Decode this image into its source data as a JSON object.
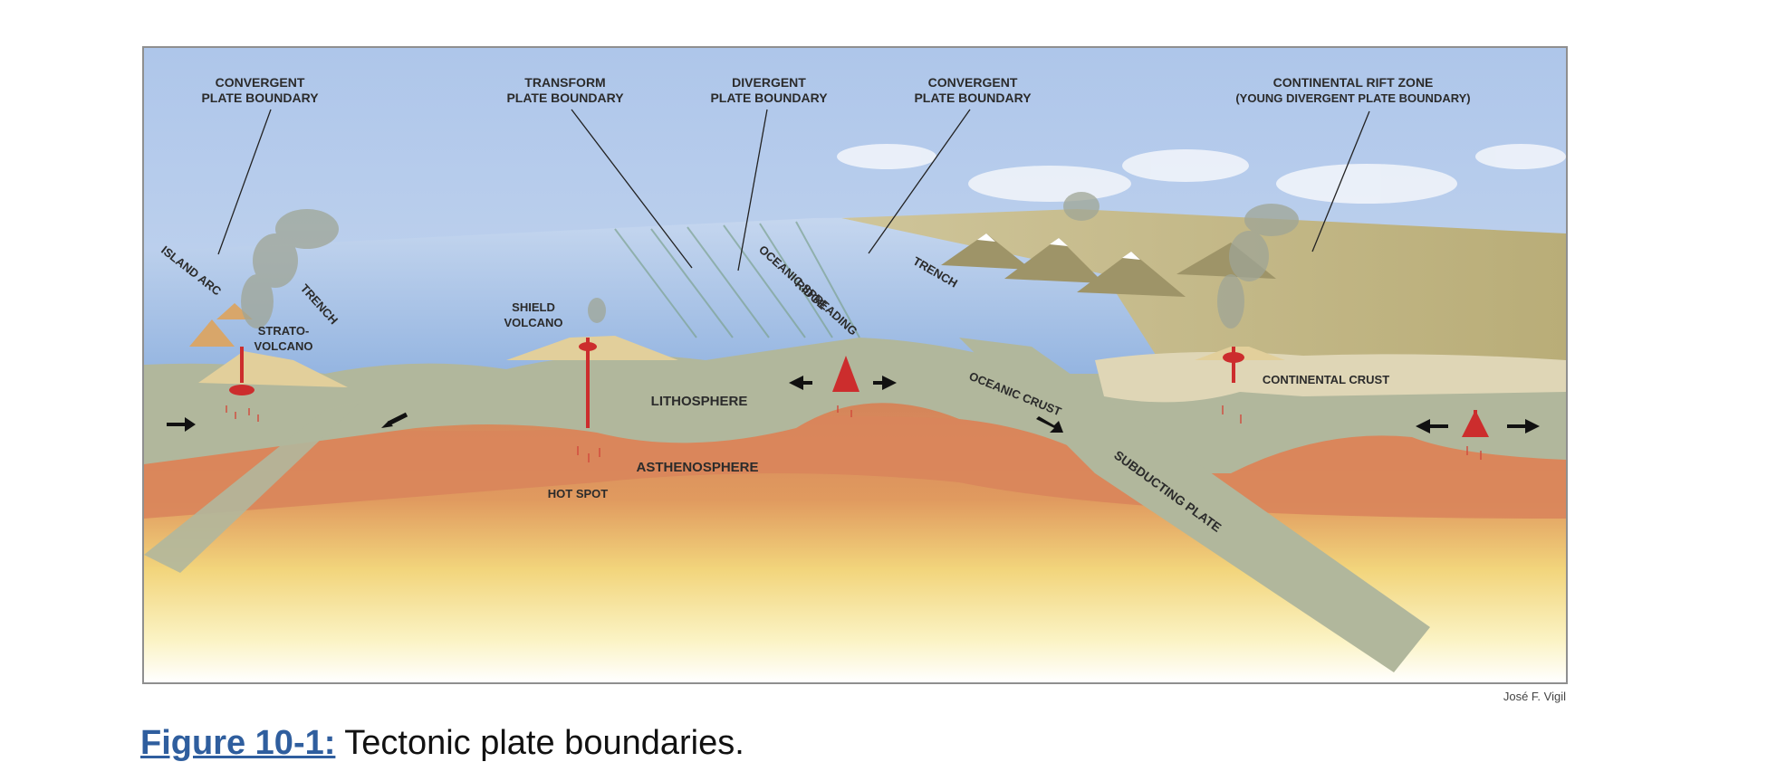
{
  "figure": {
    "labels": {
      "convergent_left_1": "CONVERGENT",
      "convergent_left_2": "PLATE BOUNDARY",
      "transform_1": "TRANSFORM",
      "transform_2": "PLATE BOUNDARY",
      "divergent_1": "DIVERGENT",
      "divergent_2": "PLATE BOUNDARY",
      "convergent_right_1": "CONVERGENT",
      "convergent_right_2": "PLATE BOUNDARY",
      "rift_1": "CONTINENTAL RIFT ZONE",
      "rift_2": "(YOUNG DIVERGENT PLATE BOUNDARY)",
      "island_arc": "ISLAND ARC",
      "trench_left": "TRENCH",
      "strato_1": "STRATO-",
      "strato_2": "VOLCANO",
      "shield_1": "SHIELD",
      "shield_2": "VOLCANO",
      "ridge_1": "OCEANIC SPREADING",
      "ridge_2": "RIDGE",
      "trench_right": "TRENCH",
      "oceanic_crust": "OCEANIC CRUST",
      "continental_crust": "CONTINENTAL CRUST",
      "lithosphere": "LITHOSPHERE",
      "asthenosphere": "ASTHENOSPHERE",
      "hot_spot": "HOT SPOT",
      "subducting_plate": "SUBDUCTING PLATE"
    },
    "credit": "José F. Vigil"
  },
  "caption": {
    "link": "Figure 10-1:",
    "text": " Tectonic plate boundaries."
  },
  "colors": {
    "sky": "#bcd0ec",
    "ocean": "#9fbde4",
    "lithosphere": "#b1b79c",
    "asthenosphere": "#d88a5f",
    "deep_mantle": "#f5e48a",
    "magma": "#cc2d2d",
    "link": "#2f5e9e"
  }
}
